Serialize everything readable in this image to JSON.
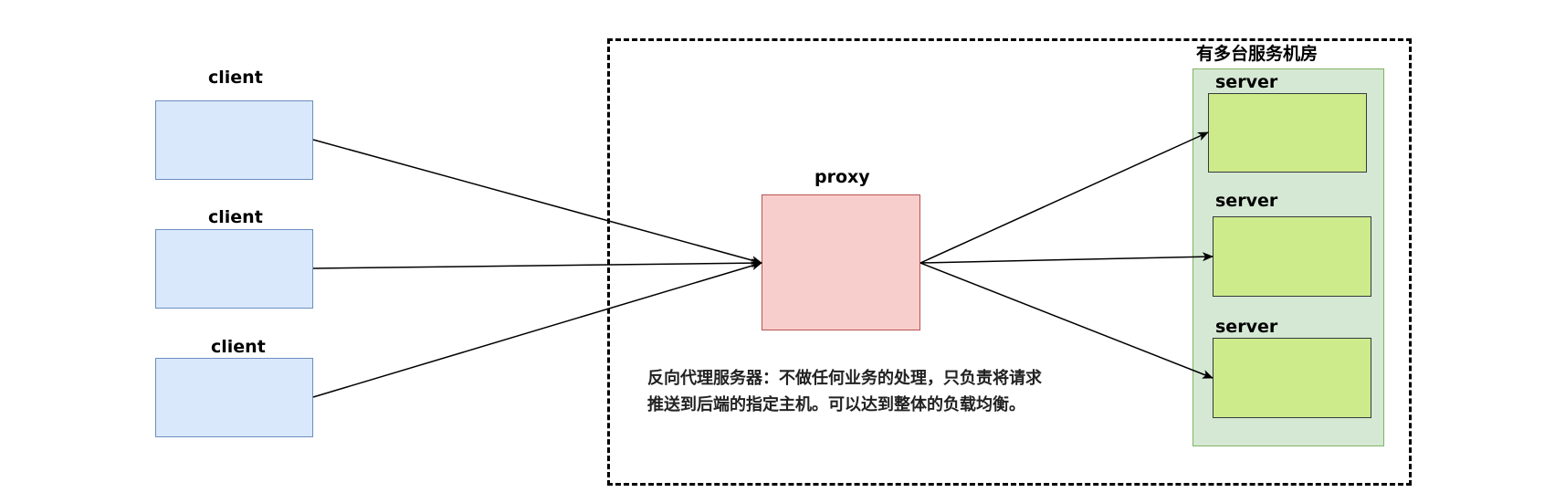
{
  "clients": [
    {
      "label": "client"
    },
    {
      "label": "client"
    },
    {
      "label": "client"
    }
  ],
  "proxy": {
    "label": "proxy"
  },
  "datacenter": {
    "label": "有多台服务机房"
  },
  "servers": [
    {
      "label": "server"
    },
    {
      "label": "server"
    },
    {
      "label": "server"
    }
  ],
  "description": {
    "line1": "反向代理服务器：不做任何业务的处理，只负责将请求",
    "line2": "推送到后端的指定主机。可以达到整体的负载均衡。"
  },
  "colors": {
    "client_fill": "#dae8fc",
    "client_stroke": "#6c8ebf",
    "proxy_fill": "#f8cecc",
    "proxy_stroke": "#b85450",
    "server_fill": "#cdeb8b",
    "server_stroke": "#36393d",
    "region_fill": "#d5e8d4",
    "region_stroke": "#82b366"
  }
}
